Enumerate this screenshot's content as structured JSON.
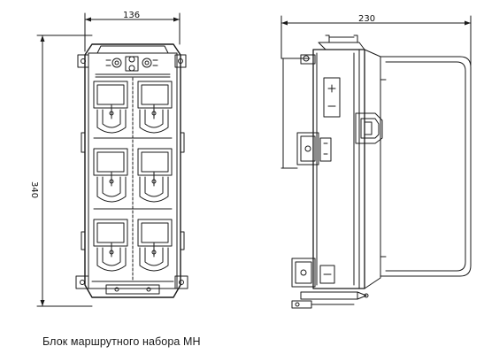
{
  "drawing": {
    "width_label": "136",
    "height_label": "340",
    "depth_label": "230"
  },
  "caption": "Блок маршрутного набора МН"
}
